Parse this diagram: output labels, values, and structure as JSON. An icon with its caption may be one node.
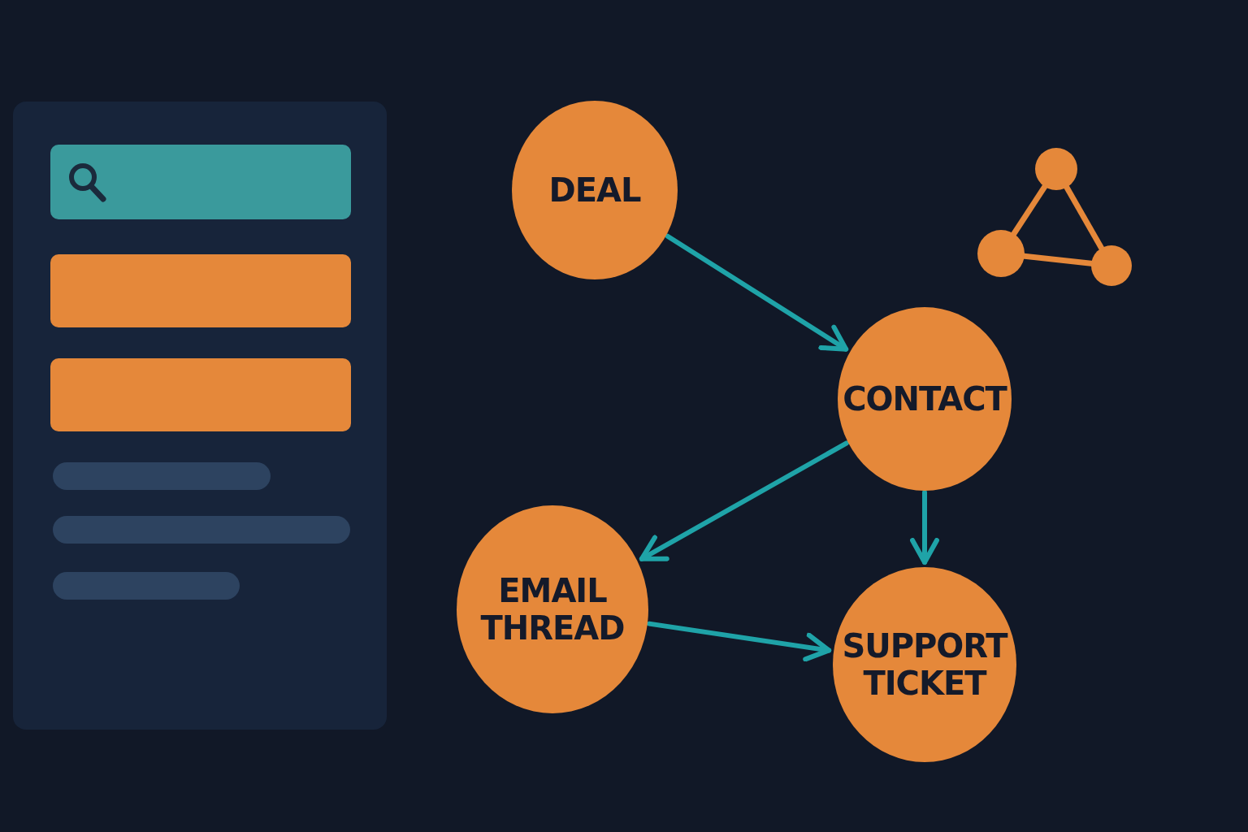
{
  "diagram": {
    "nodes": [
      {
        "text": [
          "DEAL"
        ]
      },
      {
        "text": [
          "CONTACT"
        ]
      },
      {
        "text": [
          "EMAIL THREAD"
        ]
      },
      {
        "text": [
          "SUPPORT TICKET"
        ]
      }
    ],
    "edges": [
      {
        "from": 0,
        "to": 1,
        "arrow": "to"
      },
      {
        "from": 1,
        "to": 2,
        "arrow": "to"
      },
      {
        "from": 1,
        "to": 3,
        "arrow": "to"
      },
      {
        "from": 2,
        "to": 3,
        "arrow": "to"
      }
    ]
  }
}
